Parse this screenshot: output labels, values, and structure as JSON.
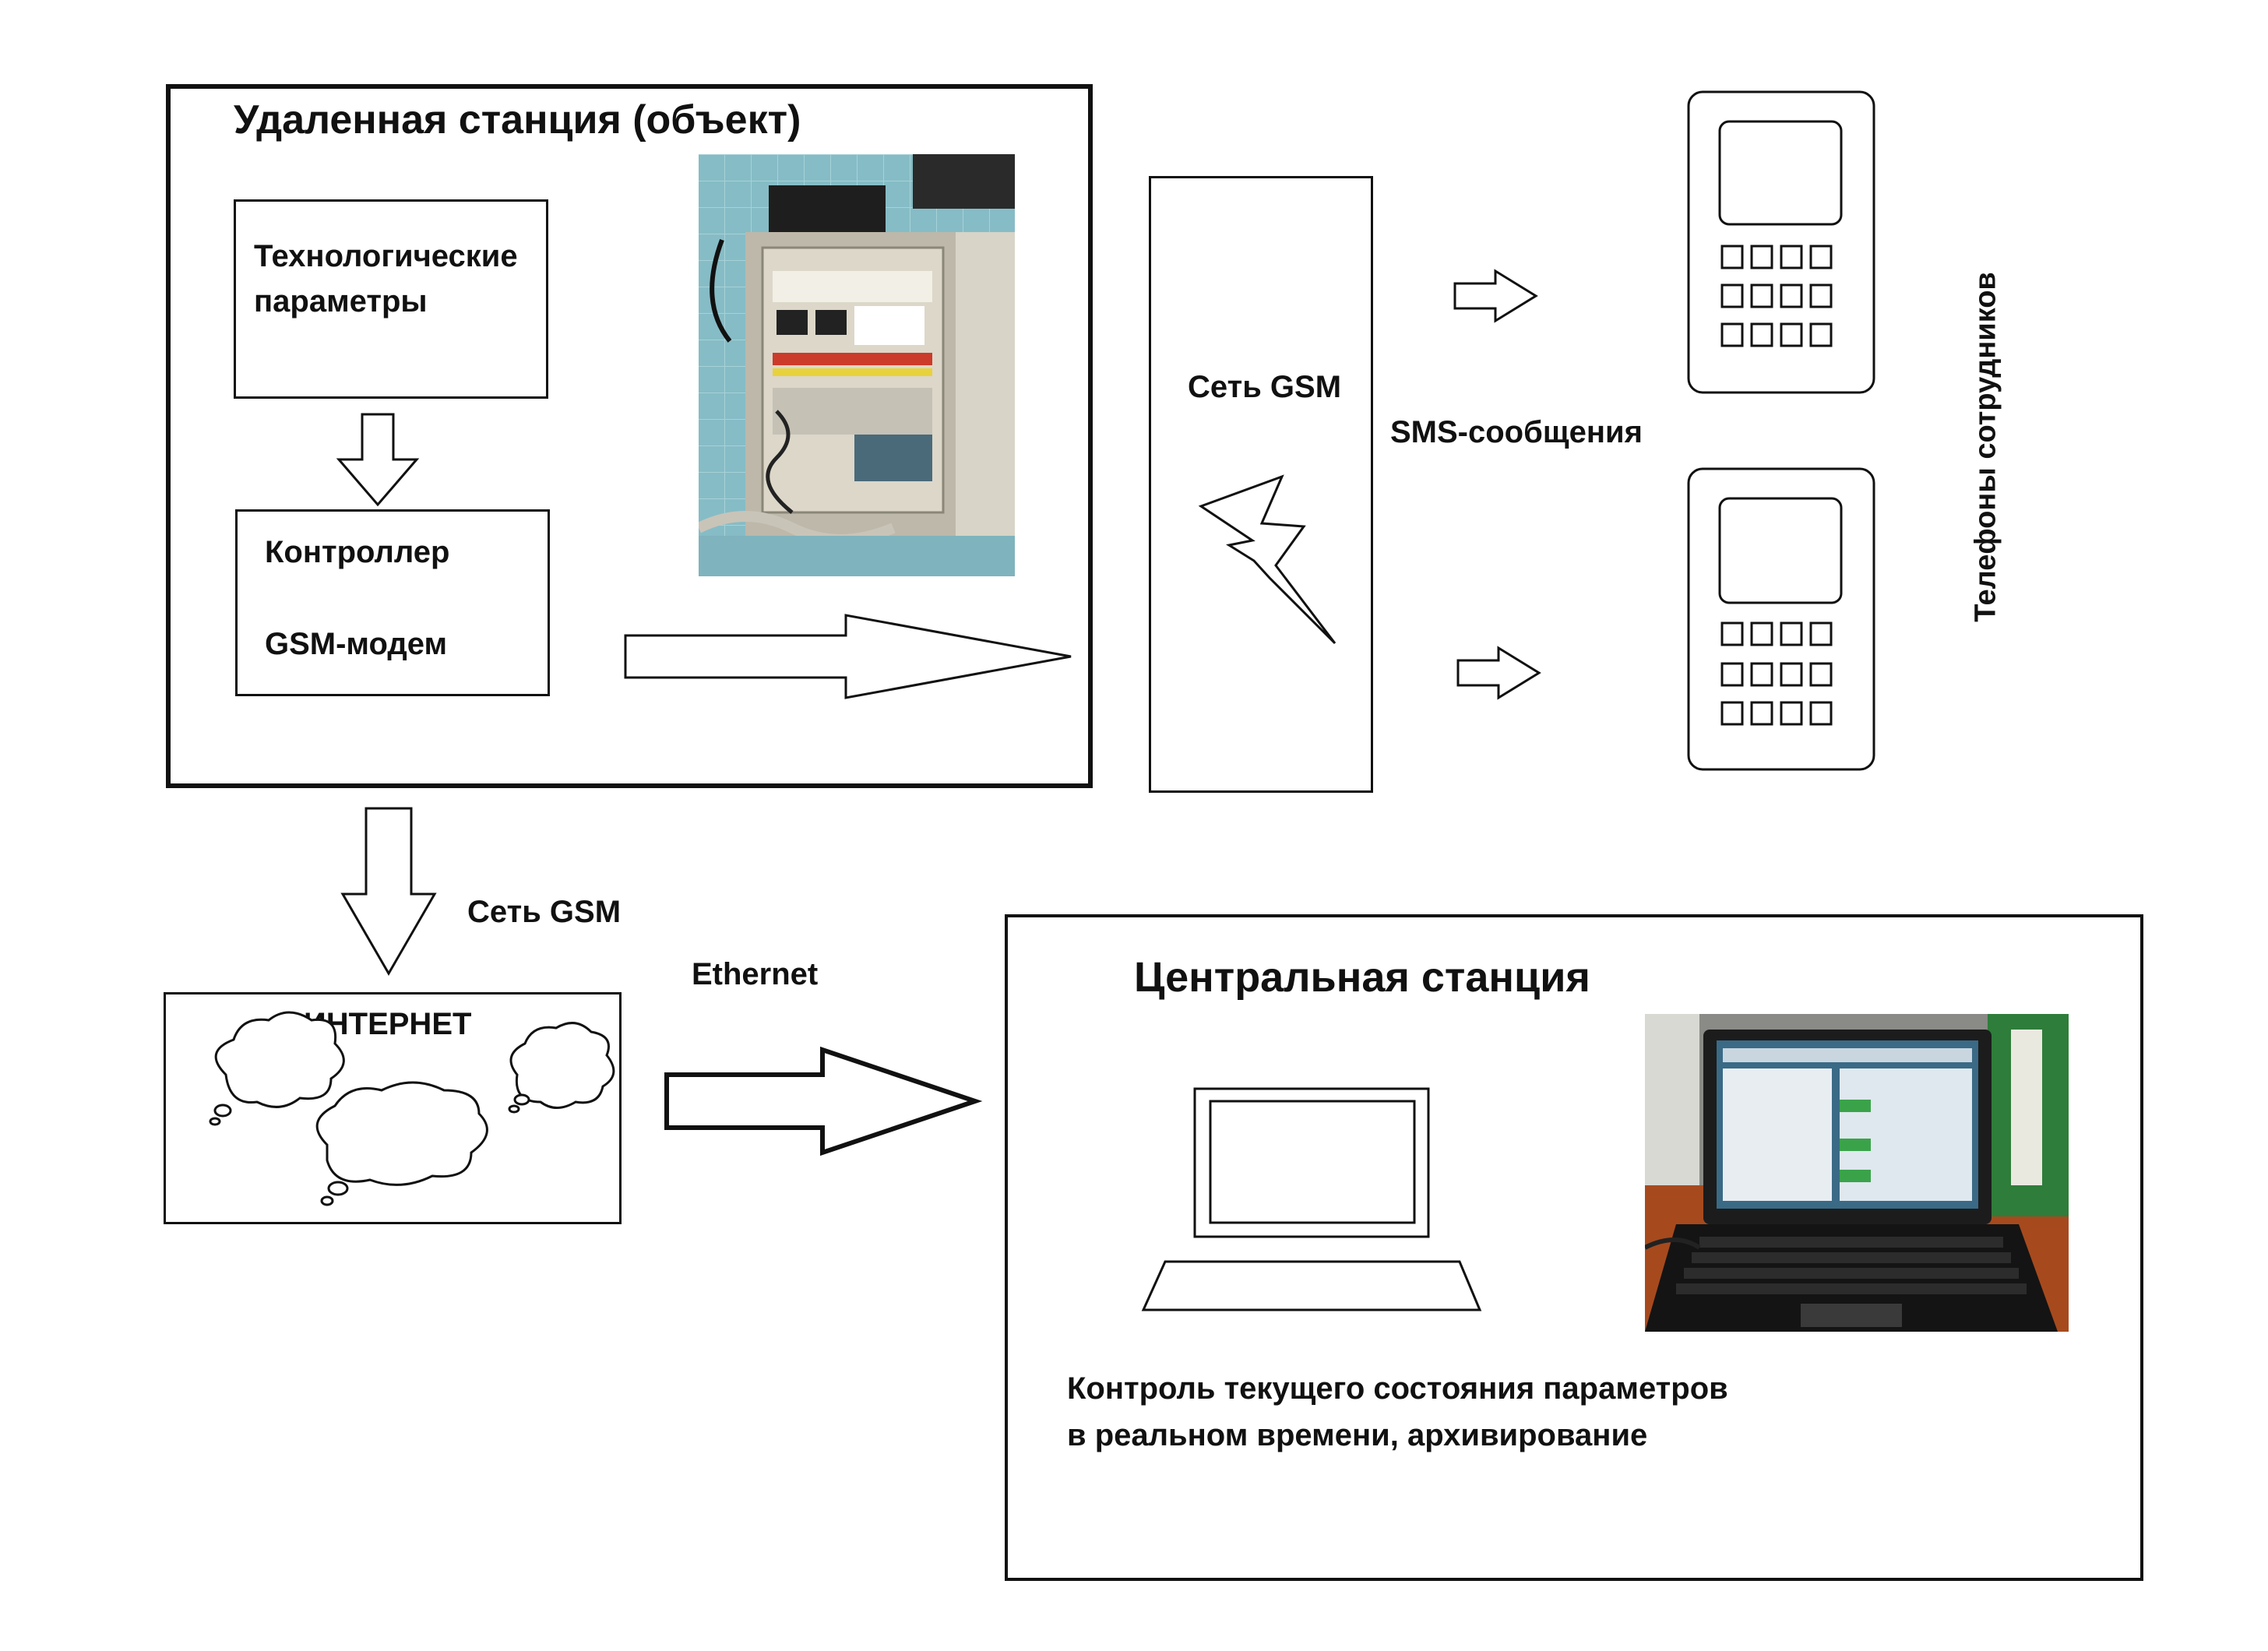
{
  "remote_station": {
    "title": "Удаленная станция (объект)",
    "tech_params": "Технологические параметры",
    "controller": "Контроллер",
    "gsm_modem": "GSM-модем",
    "photo_icon": "control-cabinet-photo"
  },
  "gsm_network": {
    "label": "Сеть GSM",
    "icon": "lightning-icon"
  },
  "sms_label": "SMS-сообщения",
  "phones_label": "Телефоны сотрудников",
  "gsm_link_label": "Сеть GSM",
  "ethernet_label": "Ethernet",
  "internet": {
    "label": "ИНТЕРНЕТ",
    "icon": "cloud-icon"
  },
  "central_station": {
    "title": "Центральная станция",
    "description_line1": "Контроль текущего состояния параметров",
    "description_line2": "в реальном времени, архивирование",
    "laptop_icon": "laptop-icon",
    "photo_icon": "laptop-photo"
  },
  "colors": {
    "stroke": "#111111",
    "background": "#ffffff",
    "cabinet_wall": "#7fb7c2",
    "cabinet_panel": "#d9d5c8",
    "laptop_screen": "#3a6a86",
    "laptop_desk": "#a64a1e"
  }
}
